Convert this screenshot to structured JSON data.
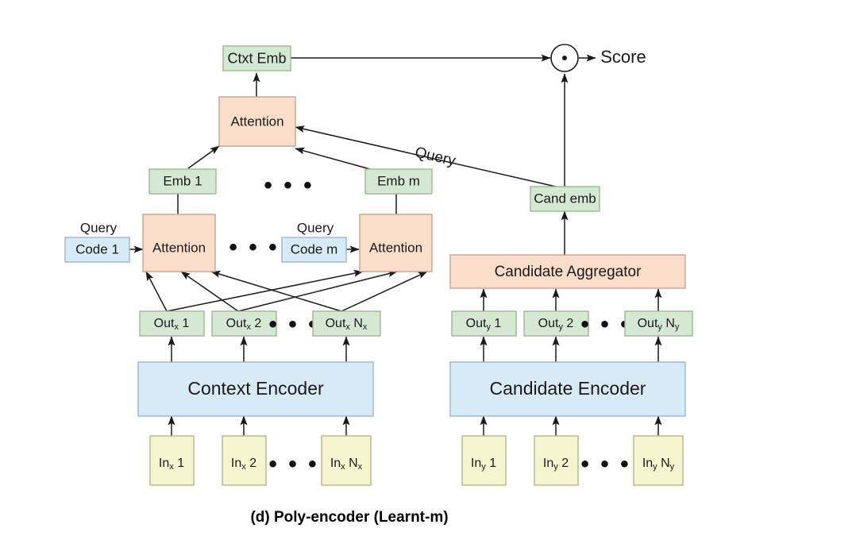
{
  "figure": {
    "caption": "(d) Poly-encoder (Learnt-m)",
    "colors": {
      "green_fill": "#d5e8d4",
      "green_stroke": "#9ab98e",
      "peach_fill": "#fadec9",
      "peach_stroke": "#c4a392",
      "blue_fill": "#d9eaf7",
      "blue_stroke": "#9ab7cc",
      "yellow_fill": "#f5f5d0",
      "yellow_stroke": "#b5b58a",
      "line": "#1a1a1a",
      "background": "#ffffff"
    }
  },
  "nodes": {
    "ctxt_emb": "Ctxt Emb",
    "score": "Score",
    "dot_operator": "·",
    "top_attention": "Attention",
    "emb_1": "Emb 1",
    "emb_m": "Emb m",
    "query_left": "Query",
    "query_mid": "Query",
    "query_diagonal": "Query",
    "code_1": "Code 1",
    "code_m": "Code m",
    "attention_left": "Attention",
    "attention_right": "Attention",
    "cand_emb": "Cand emb",
    "candidate_aggregator": "Candidate Aggregator",
    "context_encoder": "Context Encoder",
    "candidate_encoder": "Candidate Encoder",
    "ellipsis": "• • •"
  },
  "context_outputs": [
    {
      "base": "Out",
      "sub": "x",
      "idx": "1"
    },
    {
      "base": "Out",
      "sub": "x",
      "idx": "2"
    },
    {
      "base": "Out",
      "sub": "x",
      "idx": "N",
      "idx_sub": "x"
    }
  ],
  "candidate_outputs": [
    {
      "base": "Out",
      "sub": "y",
      "idx": "1"
    },
    {
      "base": "Out",
      "sub": "y",
      "idx": "2"
    },
    {
      "base": "Out",
      "sub": "y",
      "idx": "N",
      "idx_sub": "y"
    }
  ],
  "context_inputs": [
    {
      "base": "In",
      "sub": "x",
      "idx": "1"
    },
    {
      "base": "In",
      "sub": "x",
      "idx": "2"
    },
    {
      "base": "In",
      "sub": "x",
      "idx": "N",
      "idx_sub": "x"
    }
  ],
  "candidate_inputs": [
    {
      "base": "In",
      "sub": "y",
      "idx": "1"
    },
    {
      "base": "In",
      "sub": "y",
      "idx": "2"
    },
    {
      "base": "In",
      "sub": "y",
      "idx": "N",
      "idx_sub": "y"
    }
  ]
}
